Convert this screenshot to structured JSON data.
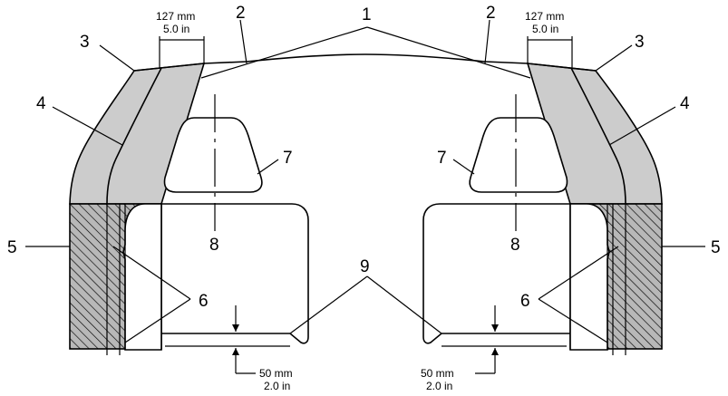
{
  "callouts": {
    "c1": "1",
    "c2": "2",
    "c3": "3",
    "c4": "4",
    "c5": "5",
    "c6": "6",
    "c7": "7",
    "c8": "8",
    "c9": "9"
  },
  "dimensions": {
    "top_mm": "127 mm",
    "top_in": "5.0 in",
    "bottom_mm": "50 mm",
    "bottom_in": "2.0 in"
  },
  "colors": {
    "shaded": "#cccccc",
    "hatch_line": "#000000",
    "background": "#ffffff"
  }
}
